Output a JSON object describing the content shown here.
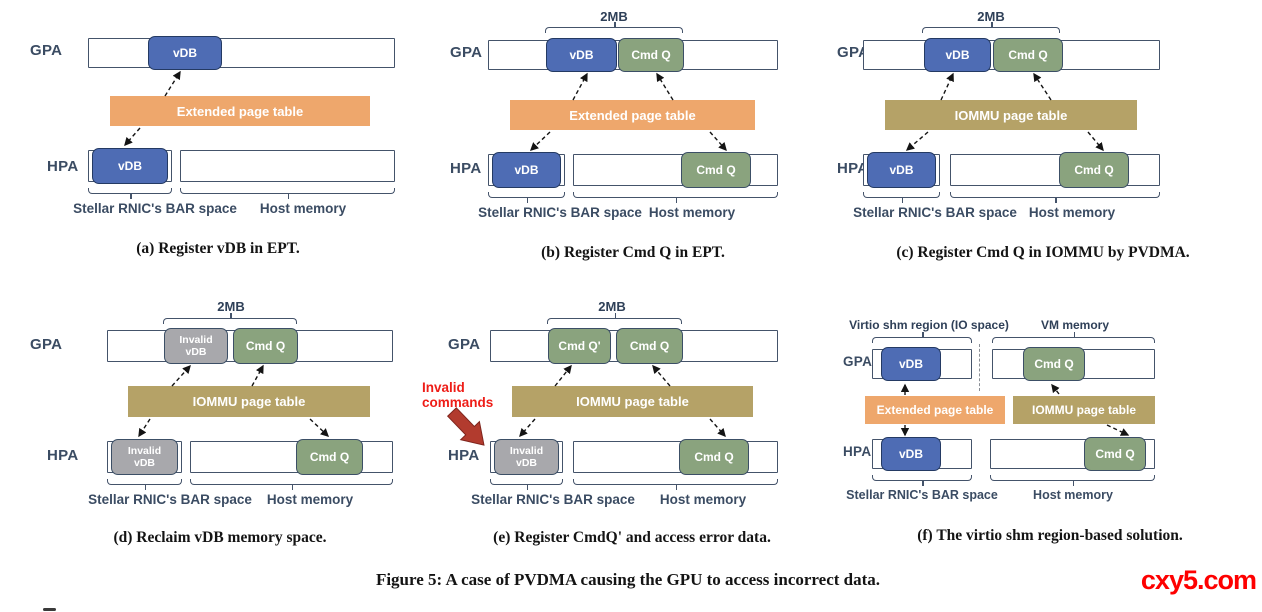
{
  "figure_caption": "Figure 5: A case of PVDMA causing the GPU to access incorrect data.",
  "watermark": "cxy5.com",
  "shared": {
    "gpa": "GPA",
    "hpa": "HPA",
    "vdb": "vDB",
    "cmd_q": "Cmd Q",
    "cmd_q_prime": "Cmd Q'",
    "invalid_line1": "Invalid",
    "invalid_line2": "vDB",
    "size_2mb": "2MB",
    "ept": "Extended page table",
    "iommu": "IOMMU page table",
    "bar_space": "Stellar RNIC's BAR space",
    "host_memory": "Host memory"
  },
  "panels": {
    "a": {
      "caption": "(a) Register vDB in EPT."
    },
    "b": {
      "caption": "(b) Register Cmd Q in EPT."
    },
    "c": {
      "caption": "(c) Register Cmd Q in IOMMU by PVDMA."
    },
    "d": {
      "caption": "(d) Reclaim vDB memory space."
    },
    "e": {
      "caption": "(e) Register CmdQ' and access error data.",
      "warning": "Invalid commands"
    },
    "f": {
      "caption": "(f) The virtio shm region-based solution.",
      "virtio_label": "Virtio shm region (IO space)",
      "vm_label": "VM memory"
    }
  },
  "colors": {
    "vdb_blue": "#4e6cb4",
    "cmdq_green": "#8aa37e",
    "invalid_gray": "#a8a8ac",
    "ept_orange": "#eea76c",
    "iommu_tan": "#b5a267",
    "box_border": "#44536a",
    "label_slate": "#3b4c63",
    "warning_red": "#ee1d17",
    "block_arrow_red": "#b23b2e",
    "watermark_red": "#fe0000"
  }
}
